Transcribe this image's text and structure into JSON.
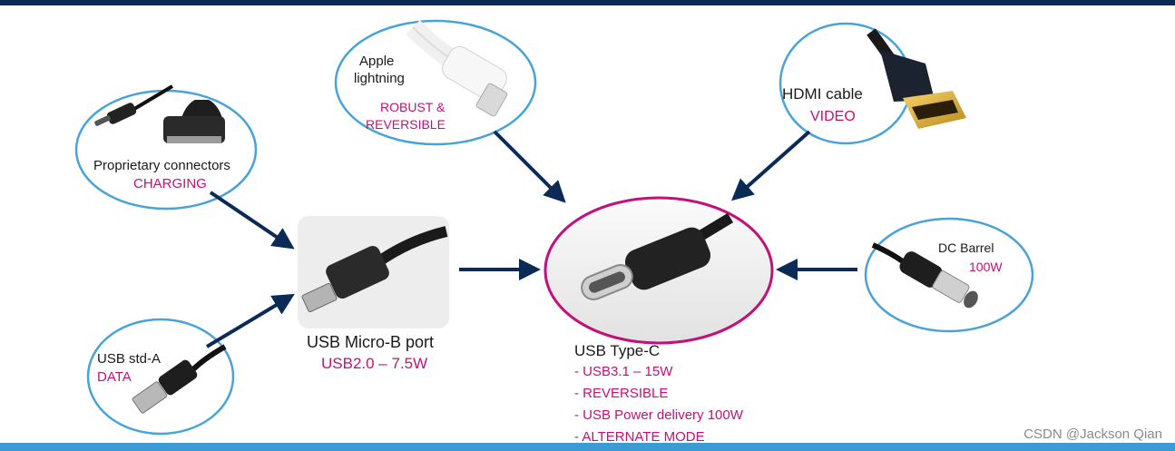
{
  "colors": {
    "arrow": "#0b2a55",
    "ellipse_border": "#4aa3d6",
    "hub_border": "#c0127a",
    "accent_text": "#c0127a",
    "top_bar": "#0b2a55",
    "bottom_bar": "#3a9bd5"
  },
  "connectors": {
    "proprietary": {
      "name": "Proprietary connectors",
      "feature": "CHARGING"
    },
    "usb_std_a": {
      "name": "USB std-A",
      "feature": "DATA"
    },
    "lightning": {
      "name_line1": "Apple",
      "name_line2": "lightning",
      "feature_line1": "ROBUST &",
      "feature_line2": "REVERSIBLE"
    },
    "hdmi": {
      "name": "HDMI cable",
      "feature": "VIDEO"
    },
    "dc_barrel": {
      "name": "DC Barrel",
      "feature": "100W"
    }
  },
  "micro_b": {
    "name": "USB Micro-B port",
    "feature": "USB2.0 – 7.5W"
  },
  "type_c": {
    "name": "USB Type-C",
    "features": [
      "- USB3.1 – 15W",
      "- REVERSIBLE",
      "- USB Power delivery 100W",
      "- ALTERNATE MODE"
    ]
  },
  "watermark": "CSDN @Jackson Qian"
}
